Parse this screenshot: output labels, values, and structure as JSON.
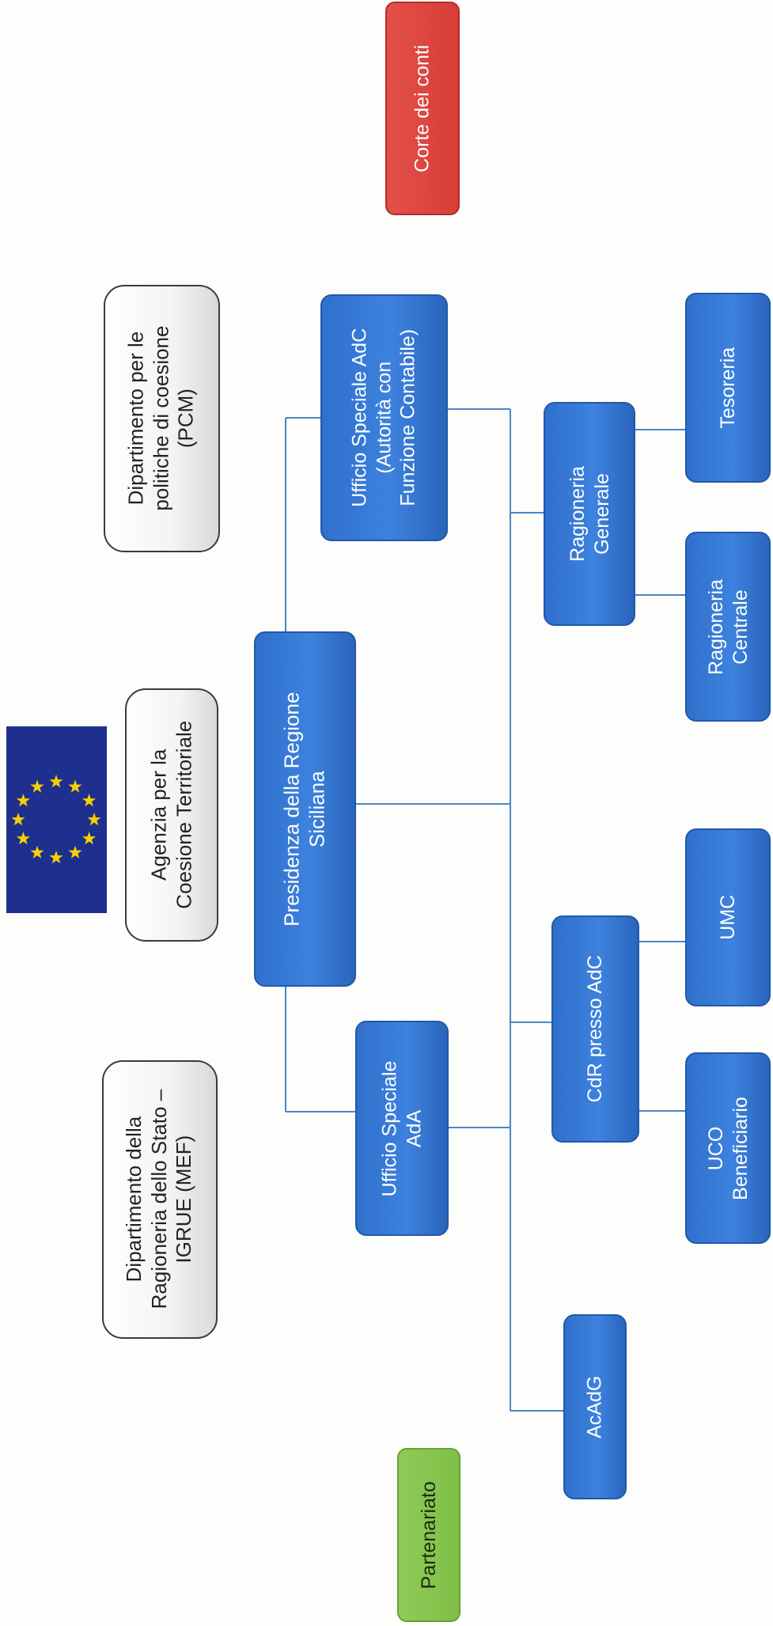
{
  "nodes": {
    "corte_dei_conti": "Corte dei conti",
    "dipartimento_politiche_coesione": "Dipartimento per le\npolitiche di coesione\n(PCM)",
    "agenzia_coesione": "Agenzia per la\nCoesione Territoriale",
    "dipartimento_ragioneria": "Dipartimento della\nRagioneria dello Stato –\nIGRUE (MEF)",
    "presidenza_regione": "Presidenza della Regione\nSiciliana",
    "ufficio_speciale_adc": "Ufficio Speciale AdC\n(Autorità con\nFunzione Contabile)",
    "ufficio_speciale_ada": "Ufficio Speciale\nAdA",
    "ragioneria_generale": "Ragioneria\nGenerale",
    "tesoreria": "Tesoreria",
    "ragioneria_centrale": "Ragioneria\nCentrale",
    "cdr_presso_adc": "CdR presso AdC",
    "umc": "UMC",
    "uco_beneficiario": "UCO\nBeneficiario",
    "acadg": "AcAdG",
    "partenariato": "Partenariato"
  },
  "colors": {
    "blue_node": "#3a7bd5",
    "connector": "#4a86c8",
    "corte_red": "#d94540",
    "partenariato_green": "#86c34f",
    "eu_flag_blue": "#1f2f8e",
    "eu_star_yellow": "#f5d000"
  },
  "icons": {
    "eu_flag": "eu-flag-icon"
  }
}
